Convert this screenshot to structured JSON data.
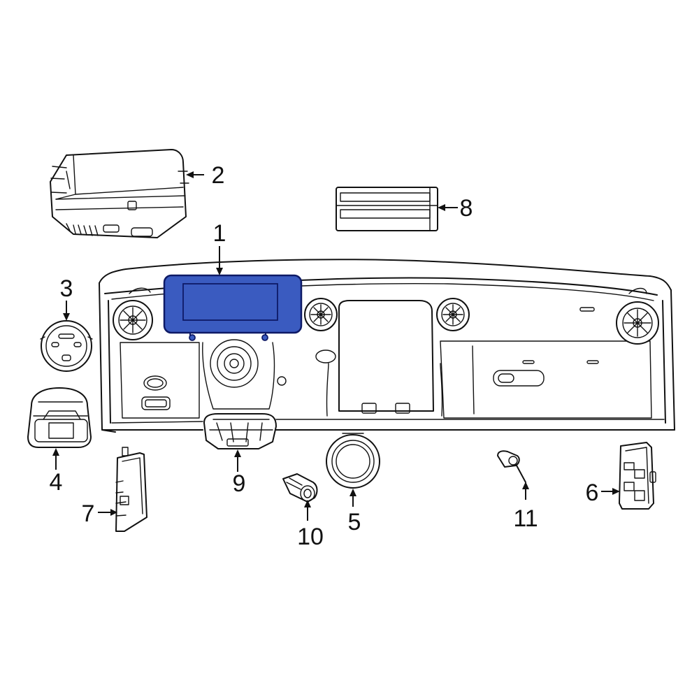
{
  "colors": {
    "highlight_fill": "#3a5bc0",
    "highlight_stroke": "#0e1a66",
    "line": "#111111",
    "background": "#ffffff"
  },
  "highlighted_part": "1",
  "callouts": {
    "c1": "1",
    "c2": "2",
    "c3": "3",
    "c4": "4",
    "c5": "5",
    "c6": "6",
    "c7": "7",
    "c8": "8",
    "c9": "9",
    "c10": "10",
    "c11": "11"
  }
}
